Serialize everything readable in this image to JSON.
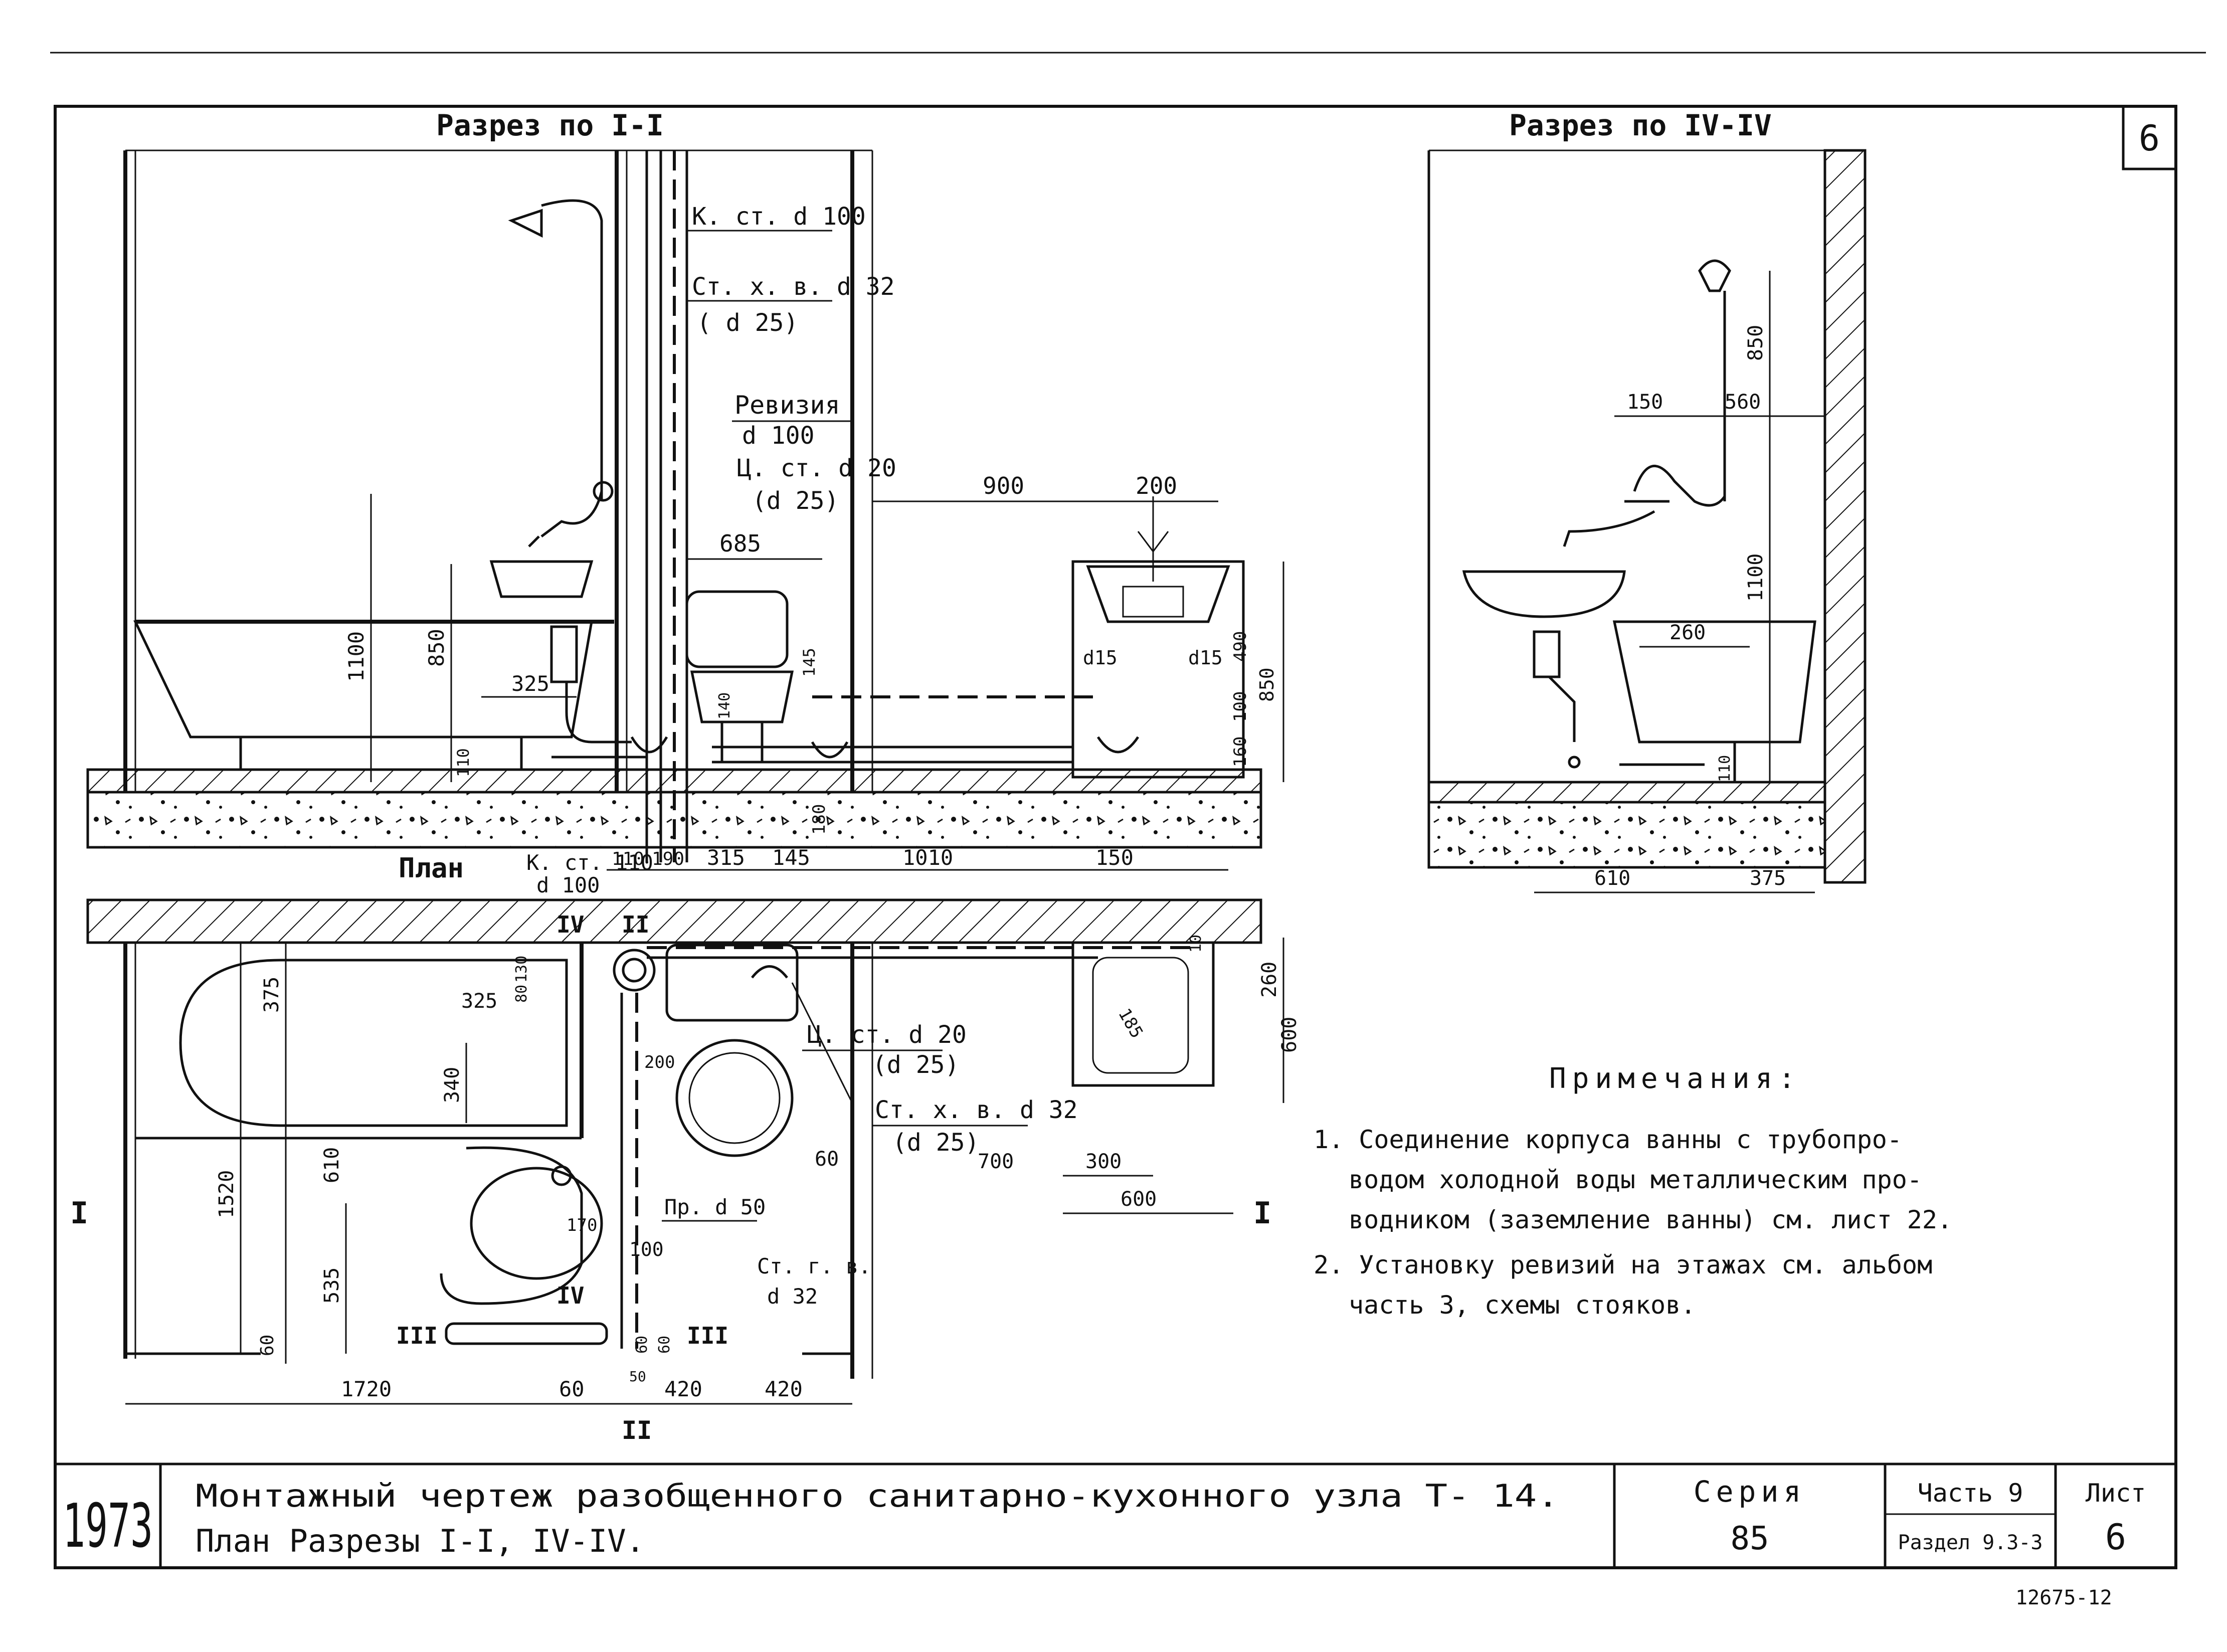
{
  "sheet": {
    "number_corner": "6",
    "section_1_title": "Разрез по I-I",
    "section_4_title": "Разрез по IV-IV",
    "plan_title": "План",
    "inventory_no": "12675-12"
  },
  "section_labels": {
    "k_st_d100": "К. ст. d 100",
    "st_hv_d32": "Ст. х. в. d 32",
    "d25_a": "( d 25)",
    "reviziya": "Ревизия",
    "reviziya_d": "d 100",
    "c_st_d20": "Ц. ст. d 20",
    "d25_b": "(d 25)",
    "d15_left": "d15",
    "d15_right": "d15"
  },
  "section_dims": {
    "d900": "900",
    "d200": "200",
    "d685": "685",
    "d325": "325",
    "d1100": "1100",
    "d850": "850",
    "d110": "110",
    "d145": "145",
    "d140": "140",
    "d490": "490",
    "d850b": "850",
    "d100": "100",
    "d160": "160",
    "d180": "180",
    "plan_top_110": "110",
    "plan_top_190": "190",
    "plan_top_315": "315",
    "plan_top_145": "145",
    "plan_top_1010": "1010",
    "plan_top_150": "150"
  },
  "section4_dims": {
    "d150": "150",
    "d560": "560",
    "d850": "850",
    "d1100": "1100",
    "d260": "260",
    "d110": "110",
    "d610": "610",
    "d375": "375"
  },
  "plan_labels": {
    "k_st_110": "К. ст. 110",
    "k_st_d100": "d 100",
    "c_st_d20": "Ц. ст. d 20",
    "d25_c": "(d 25)",
    "st_hv_d32": "Ст. х. в. d 32",
    "d25_d": "(d 25)",
    "pr_d50": "Пр. d 50",
    "st_gv": "Ст. г. в.",
    "st_gv_d": "d 32",
    "mark_I": "I",
    "mark_II": "II",
    "mark_III": "III",
    "mark_IV": "IV"
  },
  "plan_dims": {
    "d130": "130",
    "d80": "80",
    "d375": "375",
    "d325": "325",
    "d340": "340",
    "d200": "200",
    "d1520": "1520",
    "d610": "610",
    "d170": "170",
    "d100": "100",
    "d535": "535",
    "d60a": "60",
    "d60b": "60",
    "d60c": "60",
    "d50": "50",
    "d1720": "1720",
    "d60d": "60",
    "d420a": "420",
    "d420b": "420",
    "d10": "10",
    "d260": "260",
    "d185": "185",
    "d600": "600",
    "d300": "300",
    "d600b": "600",
    "d60e": "60",
    "d700": "700"
  },
  "notes": {
    "heading": "Примечания:",
    "n1_l1": "1. Соединение корпуса ванны с трубопро-",
    "n1_l2": "водом холодной воды металлическим про-",
    "n1_l3": "водником (заземление ванны) см. лист 22.",
    "n2_l1": "2. Установку ревизий на этажах см. альбом",
    "n2_l2": "часть 3, схемы стояков."
  },
  "title_block": {
    "year": "1973",
    "title_line1": "Монтажный чертеж разобщенного санитарно-кухонного узла Т- 14.",
    "title_line2": "План Разрезы I-I, IV-IV.",
    "series_label": "Серия",
    "series_value": "85",
    "part_label": "Часть 9",
    "section_label": "Раздел 9.3-3",
    "sheet_label": "Лист",
    "sheet_value": "6"
  }
}
